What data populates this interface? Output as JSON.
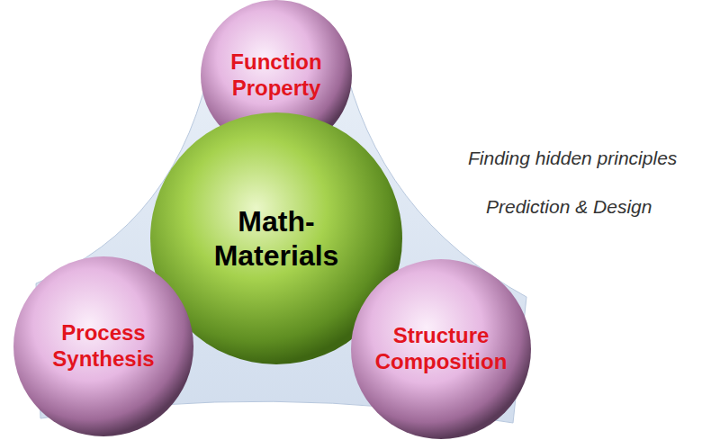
{
  "diagram": {
    "nodes": [
      {
        "text": [
          "Function Property"
        ]
      },
      {
        "text": [
          "Math-Materials"
        ]
      },
      {
        "text": [
          "Process Synthesis"
        ]
      },
      {
        "text": [
          "Structure Composition"
        ]
      }
    ],
    "labels": [
      "Finding hidden principles",
      "Prediction & Design"
    ]
  }
}
